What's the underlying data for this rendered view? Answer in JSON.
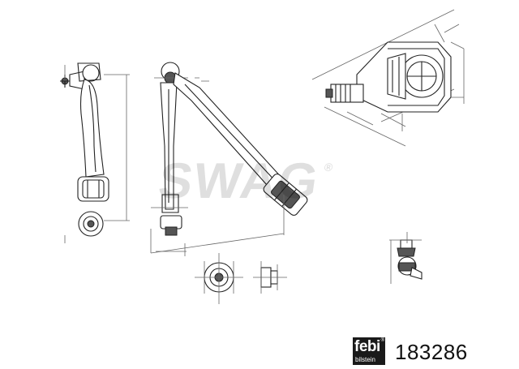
{
  "watermark": {
    "text": "SWAG",
    "mark": "®"
  },
  "brand": {
    "logo_text": "febi",
    "logo_subtext": "bilstein",
    "logo_mark": "®"
  },
  "part_number": "183286",
  "icons": [
    "febi-bilstein-logo",
    "swag-watermark"
  ]
}
